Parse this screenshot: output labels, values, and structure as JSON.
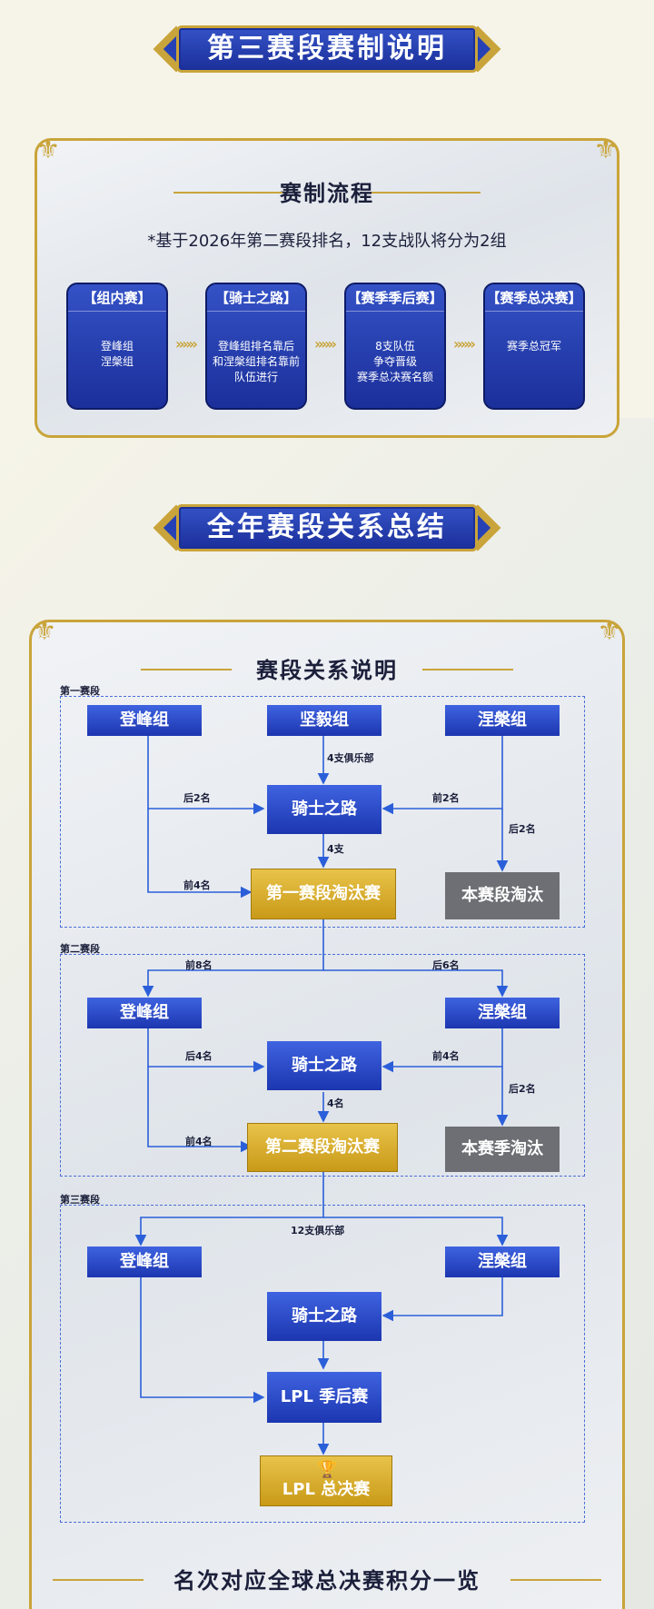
{
  "banner1": "第三赛段赛制说明",
  "format": {
    "heading": "赛制流程",
    "note": "*基于2026年第二赛段排名，12支战队将分为2组",
    "cards": [
      {
        "title": "【组内赛】",
        "body": "登峰组\n涅槃组"
      },
      {
        "title": "【骑士之路】",
        "body": "登峰组排名靠后\n和涅槃组排名靠前\n队伍进行"
      },
      {
        "title": "【赛季季后赛】",
        "body": "8支队伍\n争夺晋级\n赛季总决赛名额"
      },
      {
        "title": "【赛季总决赛】",
        "body": "赛季总冠军"
      }
    ]
  },
  "banner2": "全年赛段关系总结",
  "relation": {
    "heading": "赛段关系说明",
    "stage1": {
      "label": "第一赛段",
      "nodes": {
        "a": "登峰组",
        "b": "坚毅组",
        "c": "涅槃组",
        "knight": "骑士之路",
        "playoff": "第一赛段淘汰赛",
        "out": "本赛段淘汰"
      },
      "edges": {
        "b_knight": "4支俱乐部",
        "a_knight": "后2名",
        "c_knight": "前2名",
        "c_out": "后2名",
        "knight_playoff": "4支",
        "a_playoff": "前4名"
      }
    },
    "stage2": {
      "label": "第二赛段",
      "nodes": {
        "a": "登峰组",
        "c": "涅槃组",
        "knight": "骑士之路",
        "playoff": "第二赛段淘汰赛",
        "out": "本赛季淘汰"
      },
      "edges": {
        "to_a": "前8名",
        "to_c": "后6名",
        "a_knight": "后4名",
        "c_knight": "前4名",
        "c_out": "后2名",
        "knight_playoff": "4名",
        "a_playoff": "前4名"
      }
    },
    "stage3": {
      "label": "第三赛段",
      "nodes": {
        "a": "登峰组",
        "c": "涅槃组",
        "knight": "骑士之路",
        "playoffs": "LPL 季后赛",
        "finals": "LPL 总决赛"
      },
      "edges": {
        "split": "12支俱乐部"
      }
    }
  },
  "points_heading": "名次对应全球总决赛积分一览",
  "colors": {
    "gold": "#c9a43a",
    "blue": "#1c36b0",
    "gray": "#6d6f74",
    "arrow": "#2b5fd9"
  },
  "icons": [
    "fleur-icon",
    "trophy-icon",
    "chevron-icon"
  ]
}
